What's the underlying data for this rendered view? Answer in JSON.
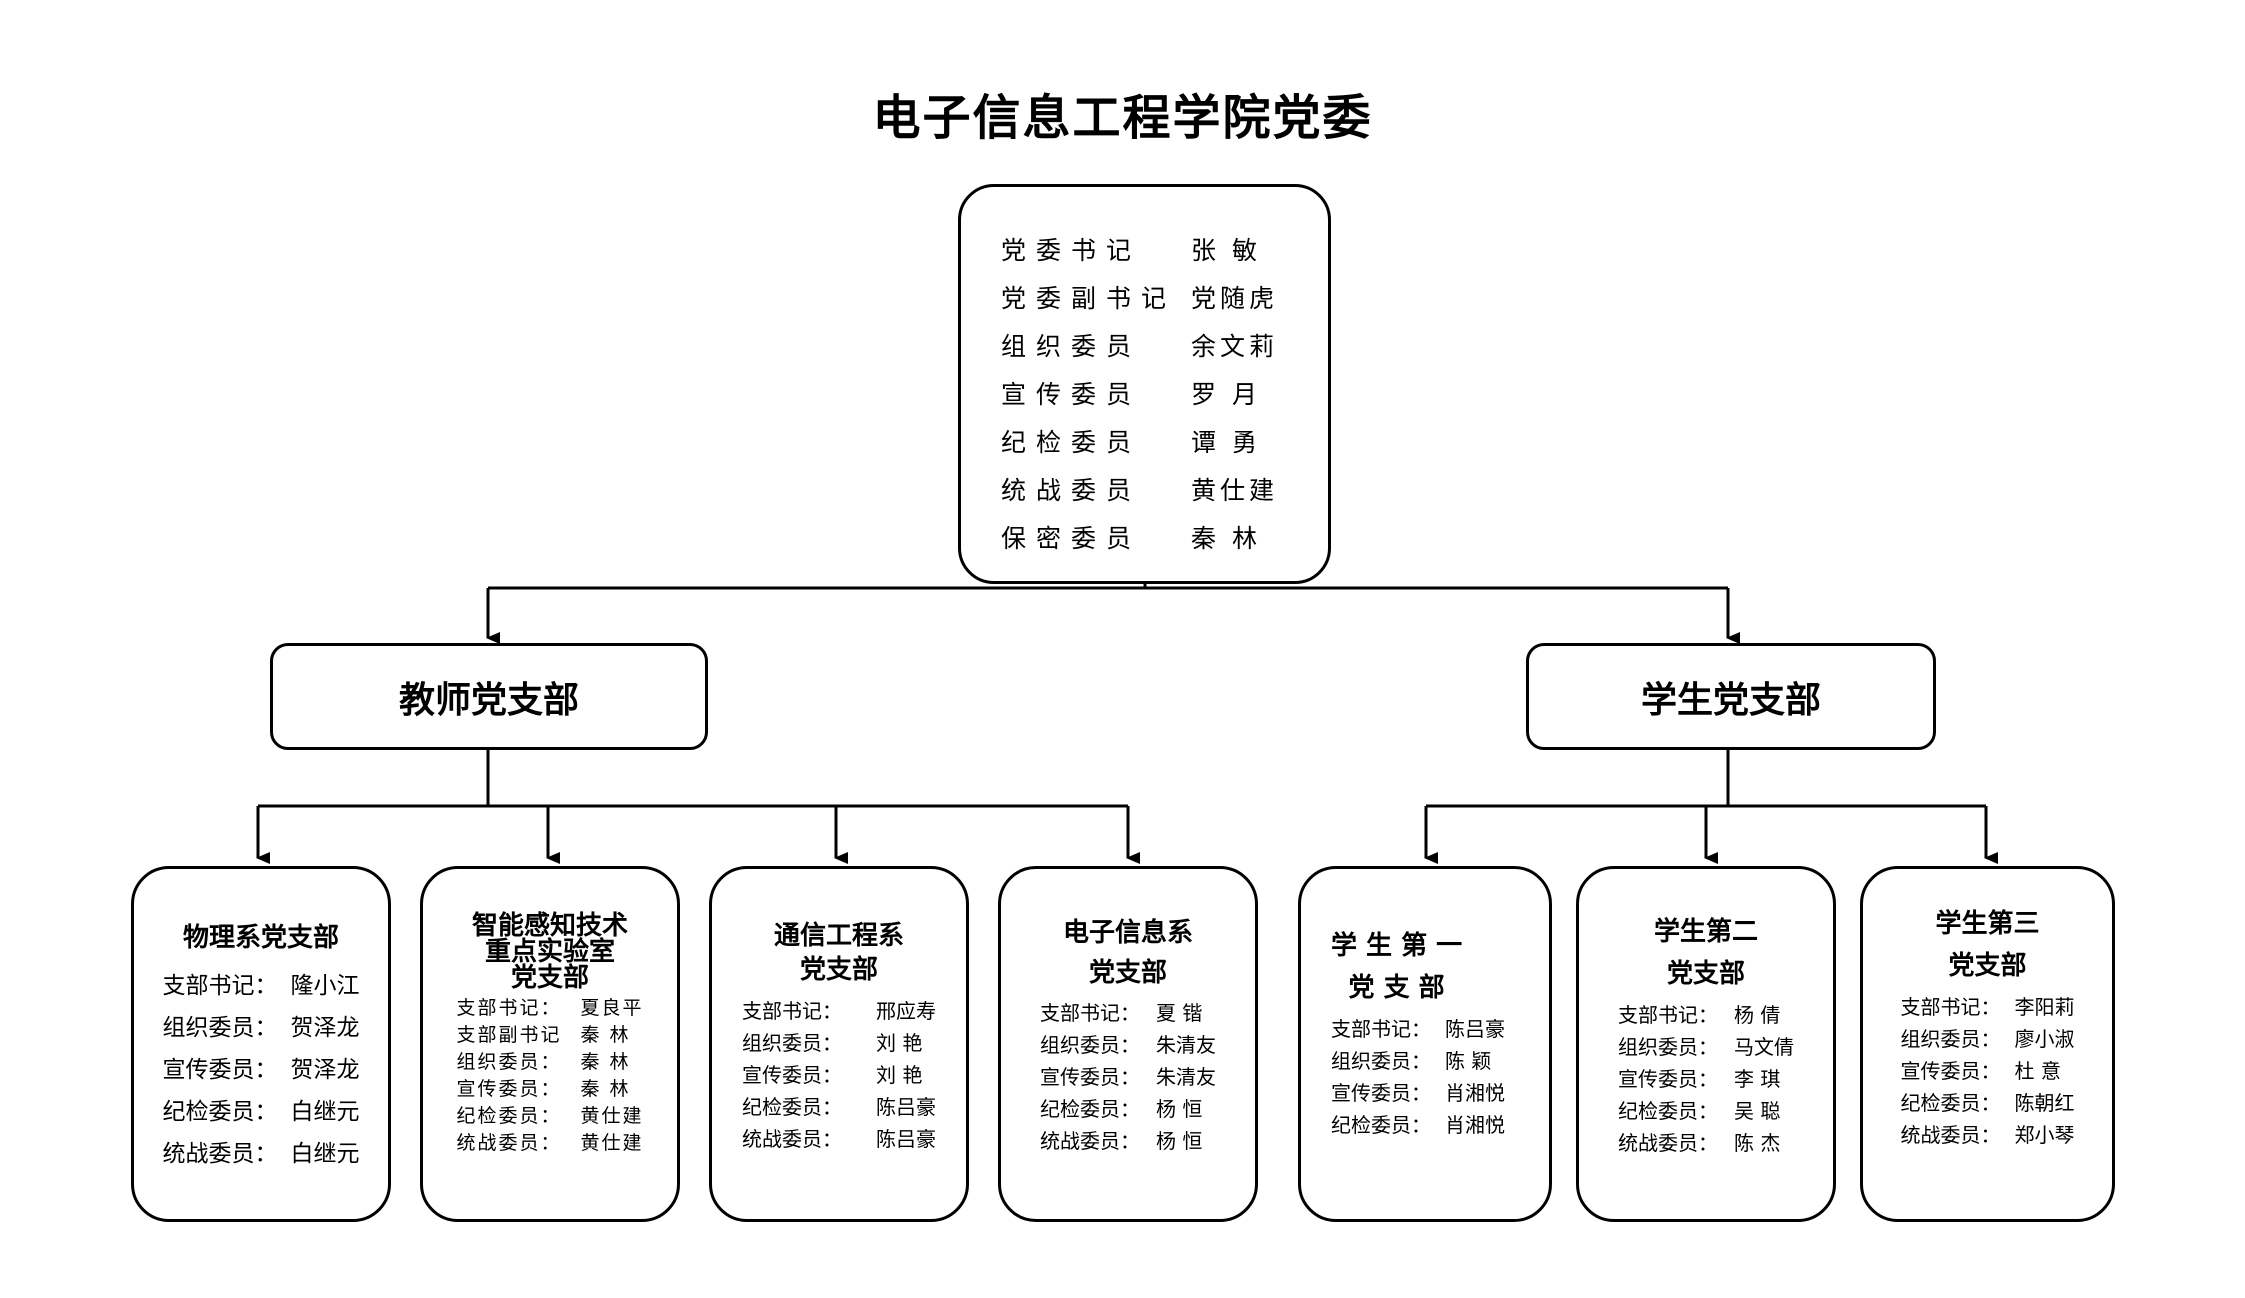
{
  "title": "电子信息工程学院党委",
  "committee": [
    {
      "role": "党委书记",
      "name": "张 敏"
    },
    {
      "role": "党委副书记",
      "name": "党随虎"
    },
    {
      "role": "组织委员",
      "name": "余文莉"
    },
    {
      "role": "宣传委员",
      "name": "罗 月"
    },
    {
      "role": "纪检委员",
      "name": "谭 勇"
    },
    {
      "role": "统战委员",
      "name": "黄仕建"
    },
    {
      "role": "保密委员",
      "name": "秦 林"
    }
  ],
  "teacher_branch": {
    "label": "教师党支部"
  },
  "student_branch": {
    "label": "学生党支部"
  },
  "teacher_units": [
    {
      "title": "物理系党支部",
      "members": [
        {
          "k": "支部书记：",
          "v": "隆小江"
        },
        {
          "k": "组织委员：",
          "v": "贺泽龙"
        },
        {
          "k": "宣传委员：",
          "v": "贺泽龙"
        },
        {
          "k": "纪检委员：",
          "v": "白继元"
        },
        {
          "k": "统战委员：",
          "v": "白继元"
        }
      ]
    },
    {
      "title": "智能感知技术\n重点实验室\n党支部",
      "members": [
        {
          "k": "支部书记：",
          "v": "夏良平"
        },
        {
          "k": "支部副书记",
          "v": "秦 林"
        },
        {
          "k": "组织委员：",
          "v": "秦 林"
        },
        {
          "k": "宣传委员：",
          "v": "秦 林"
        },
        {
          "k": "纪检委员：",
          "v": "黄仕建"
        },
        {
          "k": "统战委员：",
          "v": "黄仕建"
        }
      ]
    },
    {
      "title": "通信工程系\n党支部",
      "members": [
        {
          "k": "支部书记：",
          "v": "邢应寿"
        },
        {
          "k": "组织委员：",
          "v": "刘 艳"
        },
        {
          "k": "宣传委员：",
          "v": "刘 艳"
        },
        {
          "k": "纪检委员：",
          "v": "陈吕豪"
        },
        {
          "k": "统战委员：",
          "v": "陈吕豪"
        }
      ]
    },
    {
      "title": "电子信息系\n党支部",
      "members": [
        {
          "k": "支部书记：",
          "v": "夏 锴"
        },
        {
          "k": "组织委员：",
          "v": "朱清友"
        },
        {
          "k": "宣传委员：",
          "v": "朱清友"
        },
        {
          "k": "纪检委员：",
          "v": "杨 恒"
        },
        {
          "k": "统战委员：",
          "v": "杨 恒"
        }
      ]
    }
  ],
  "student_units": [
    {
      "title": "学 生 第 一\n党 支 部",
      "members": [
        {
          "k": "支部书记：",
          "v": "陈吕豪"
        },
        {
          "k": "组织委员：",
          "v": "陈 颖"
        },
        {
          "k": "宣传委员：",
          "v": "肖湘悦"
        },
        {
          "k": "纪检委员：",
          "v": "肖湘悦"
        }
      ]
    },
    {
      "title": "学生第二\n党支部",
      "members": [
        {
          "k": "支部书记：",
          "v": "杨 倩"
        },
        {
          "k": "组织委员：",
          "v": "马文倩"
        },
        {
          "k": "宣传委员：",
          "v": "李 琪"
        },
        {
          "k": "纪检委员：",
          "v": "吴 聪"
        },
        {
          "k": "统战委员：",
          "v": "陈 杰"
        }
      ]
    },
    {
      "title": "学生第三\n党支部",
      "members": [
        {
          "k": "支部书记：",
          "v": "李阳莉"
        },
        {
          "k": "组织委员：",
          "v": "廖小淑"
        },
        {
          "k": "宣传委员：",
          "v": "杜 意"
        },
        {
          "k": "纪检委员：",
          "v": "陈朝红"
        },
        {
          "k": "统战委员：",
          "v": "郑小琴"
        }
      ]
    }
  ]
}
